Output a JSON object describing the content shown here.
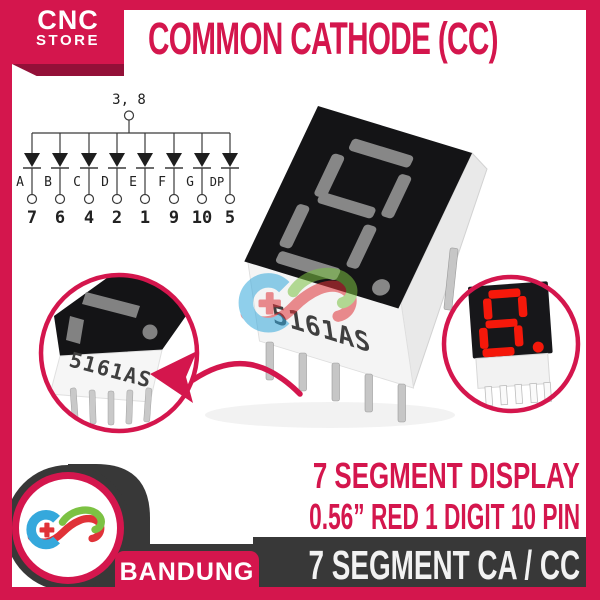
{
  "colors": {
    "accent_crimson": "#d4164d",
    "fold_maroon": "#931038",
    "banner_dark": "#383838",
    "led_red": "#f5180a",
    "display_face_black": "#141416",
    "unlit_segment_gray": "#919191",
    "logo_blue": "#35a8dc",
    "logo_green": "#7cc243",
    "logo_red": "#e03238"
  },
  "header": {
    "store_line1": "CNC",
    "store_line2": "STORE",
    "title": "COMMON CATHODE (CC)"
  },
  "pinout": {
    "common_label": "3, 8",
    "segments": [
      {
        "label": "A",
        "pin": "7"
      },
      {
        "label": "B",
        "pin": "6"
      },
      {
        "label": "C",
        "pin": "4"
      },
      {
        "label": "D",
        "pin": "2"
      },
      {
        "label": "E",
        "pin": "1"
      },
      {
        "label": "F",
        "pin": "9"
      },
      {
        "label": "G",
        "pin": "10"
      },
      {
        "label": "DP",
        "pin": "5"
      }
    ]
  },
  "product": {
    "part_marking": "5161AS"
  },
  "footer": {
    "headline_line1": "7 SEGMENT DISPLAY",
    "headline_line2": "0.56” RED 1 DIGIT 10 PIN",
    "banner": "7 SEGMENT CA / CC",
    "city_badge": "BANDUNG"
  }
}
